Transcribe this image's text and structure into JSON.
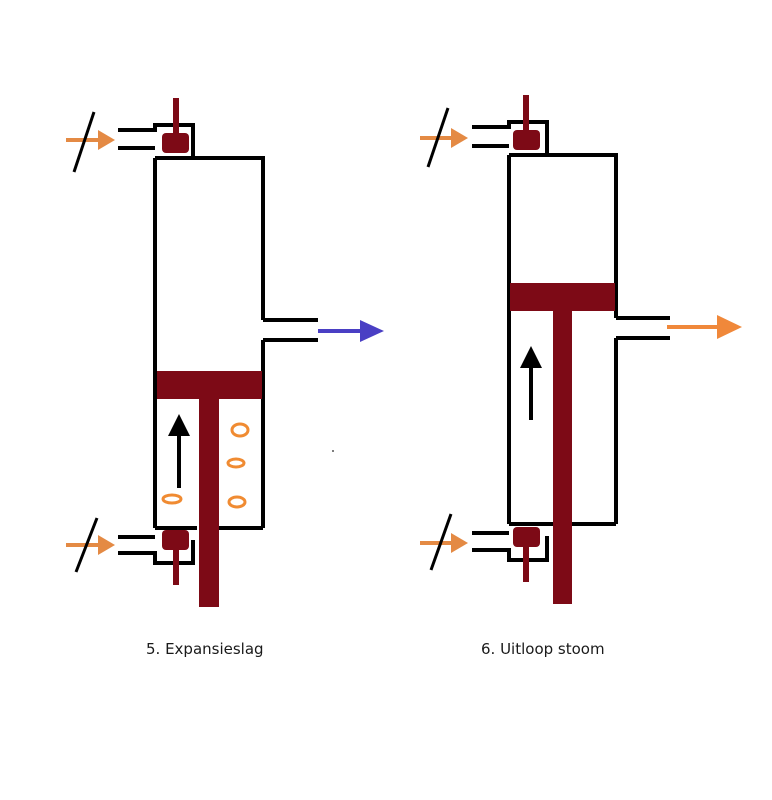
{
  "captions": {
    "left": "5. Expansieslag",
    "right": "6. Uitloop stoom"
  },
  "panels": [
    {
      "piston_position": "bottom",
      "motion_arrow": "up",
      "steam_bubbles": true,
      "exhaust_arrow_color": "#4a3fc4"
    },
    {
      "piston_position": "top",
      "motion_arrow": "up",
      "steam_bubbles": false,
      "exhaust_arrow_color": "#f0883a"
    }
  ],
  "colors": {
    "outline": "#000000",
    "piston": "#7d0a16",
    "valve": "#7d0a16",
    "steam_in_arrow": "#e48a44",
    "bubble": "#f08b32"
  }
}
